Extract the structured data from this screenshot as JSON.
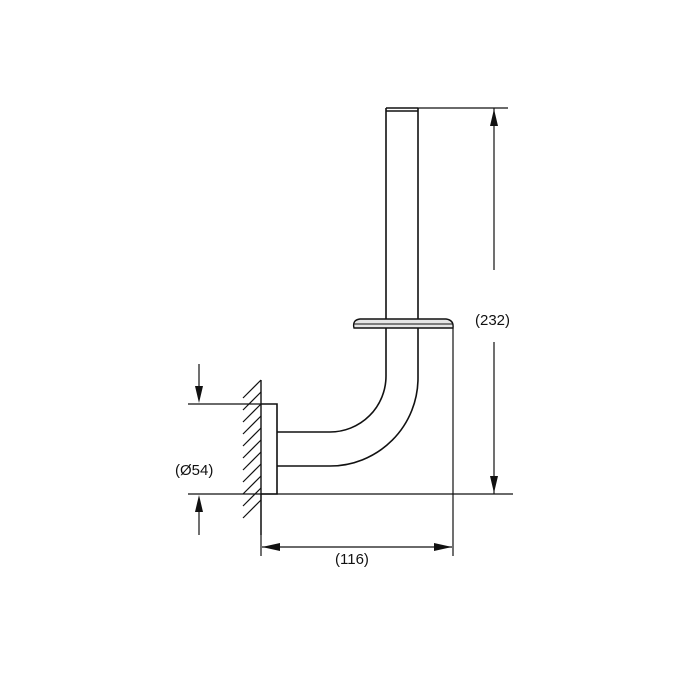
{
  "drawing": {
    "subject": "toilet roll holder dimension drawing",
    "line_color": "#111111",
    "background": "#ffffff"
  },
  "dimensions": {
    "height": {
      "label": "(232)"
    },
    "projection": {
      "label": "(116)"
    },
    "rosette_diameter": {
      "label": "(Ø54)"
    }
  }
}
